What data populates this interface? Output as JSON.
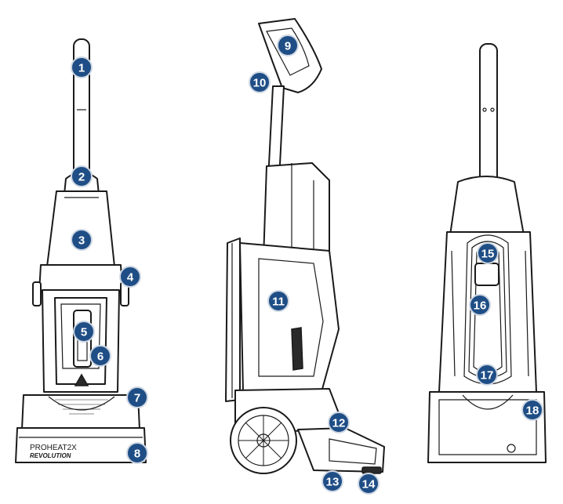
{
  "brand_label": {
    "line1": "PROHEAT2X",
    "line2": "REVOLUTION"
  },
  "callouts": [
    "1",
    "2",
    "3",
    "4",
    "5",
    "6",
    "7",
    "8",
    "9",
    "10",
    "11",
    "12",
    "13",
    "14",
    "15",
    "16",
    "17",
    "18"
  ],
  "colors": {
    "callout_fill": "#1f4e86",
    "callout_ring": "#cfd8e3",
    "line": "#1a1a1a"
  }
}
